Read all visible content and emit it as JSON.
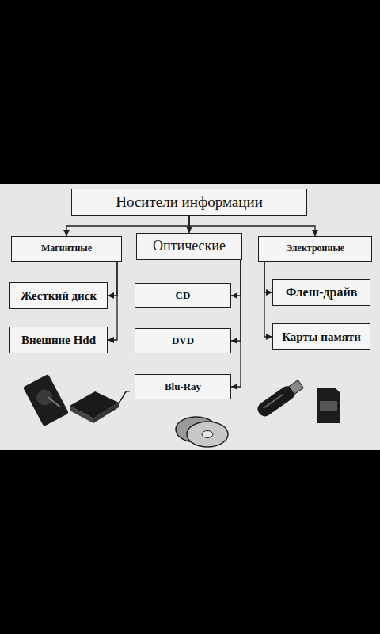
{
  "diagram": {
    "nodes": [
      {
        "text": [
          "Носители информации"
        ]
      },
      {
        "text": [
          "Магнитные"
        ]
      },
      {
        "text": [
          "Оптические"
        ]
      },
      {
        "text": [
          "Электронные"
        ]
      },
      {
        "text": [
          "Жесткий диск"
        ]
      },
      {
        "text": [
          "CD"
        ]
      },
      {
        "text": [
          "Флеш-драйв"
        ]
      },
      {
        "text": [
          "Внешние Hdd"
        ]
      },
      {
        "text": [
          "DVD"
        ]
      },
      {
        "text": [
          "Карты памяти"
        ]
      },
      {
        "text": [
          "Blu-Ray"
        ]
      }
    ],
    "edges": [
      {
        "from": 0,
        "to": 1,
        "arrow": "to"
      },
      {
        "from": 0,
        "to": 2,
        "arrow": "to"
      },
      {
        "from": 0,
        "to": 3,
        "arrow": "to"
      },
      {
        "from": 1,
        "to": 4,
        "arrow": "to"
      },
      {
        "from": 1,
        "to": 7,
        "arrow": "to"
      },
      {
        "from": 2,
        "to": 5,
        "arrow": "to"
      },
      {
        "from": 2,
        "to": 8,
        "arrow": "to"
      },
      {
        "from": 2,
        "to": 10,
        "arrow": "to"
      },
      {
        "from": 3,
        "to": 6,
        "arrow": "to"
      },
      {
        "from": 3,
        "to": 9,
        "arrow": "to"
      }
    ]
  }
}
